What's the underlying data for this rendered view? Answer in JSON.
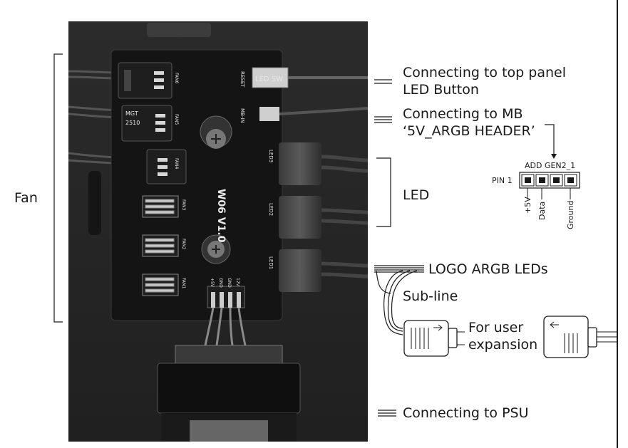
{
  "labels": {
    "fan": "Fan",
    "top_panel": [
      "Connecting to top panel",
      "LED Button"
    ],
    "mb": [
      "Connecting to MB",
      "‘5V_ARGB HEADER’"
    ],
    "led": "LED",
    "logo": "LOGO ARGB LEDs",
    "subline": "Sub-line",
    "expansion": [
      "For user",
      "expansion"
    ],
    "psu": "Connecting to PSU"
  },
  "header": {
    "title": "ADD GEN2_1",
    "pin1": "PIN 1",
    "pins": [
      "+5V",
      "Data",
      "",
      "Ground"
    ]
  },
  "pcb": {
    "model": "W06 V1.0",
    "led_sw": "LED SW",
    "reset": "RESET",
    "mb_in": "MB-IN",
    "fans": [
      "FAN6",
      "FAN5",
      "FAN4",
      "FAN3",
      "FAN2",
      "FAN1"
    ],
    "leds": [
      "LED3",
      "LED2",
      "LED1"
    ],
    "power_pins": [
      "+5V",
      "GND",
      "GND",
      "12V"
    ],
    "chip_marks": [
      "MGT",
      "2510"
    ]
  }
}
